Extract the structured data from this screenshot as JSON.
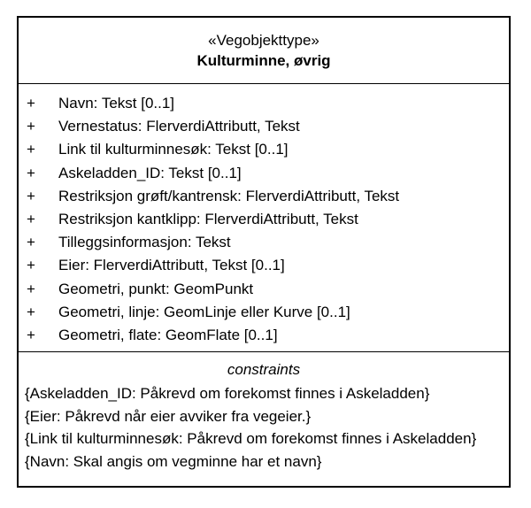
{
  "class": {
    "stereotype": "«Vegobjekttype»",
    "name": "Kulturminne, øvrig"
  },
  "attributes": [
    {
      "visibility": "+",
      "text": "Navn: Tekst [0..1]"
    },
    {
      "visibility": "+",
      "text": "Vernestatus: FlerverdiAttributt, Tekst"
    },
    {
      "visibility": "+",
      "text": "Link til kulturminnesøk: Tekst [0..1]"
    },
    {
      "visibility": "+",
      "text": "Askeladden_ID: Tekst [0..1]"
    },
    {
      "visibility": "+",
      "text": "Restriksjon grøft/kantrensk: FlerverdiAttributt, Tekst"
    },
    {
      "visibility": "+",
      "text": "Restriksjon kantklipp: FlerverdiAttributt, Tekst"
    },
    {
      "visibility": "+",
      "text": "Tilleggsinformasjon: Tekst"
    },
    {
      "visibility": "+",
      "text": "Eier: FlerverdiAttributt, Tekst [0..1]"
    },
    {
      "visibility": "+",
      "text": "Geometri, punkt: GeomPunkt"
    },
    {
      "visibility": "+",
      "text": "Geometri, linje: GeomLinje eller Kurve [0..1]"
    },
    {
      "visibility": "+",
      "text": "Geometri, flate: GeomFlate [0..1]"
    }
  ],
  "constraints": {
    "title": "constraints",
    "items": [
      "{Askeladden_ID: Påkrevd om forekomst finnes i Askeladden}",
      "{Eier: Påkrevd når eier avviker fra vegeier.}",
      "{Link til kulturminnesøk: Påkrevd om forekomst finnes i Askeladden}",
      "{Navn: Skal angis om vegminne har et navn}"
    ]
  }
}
